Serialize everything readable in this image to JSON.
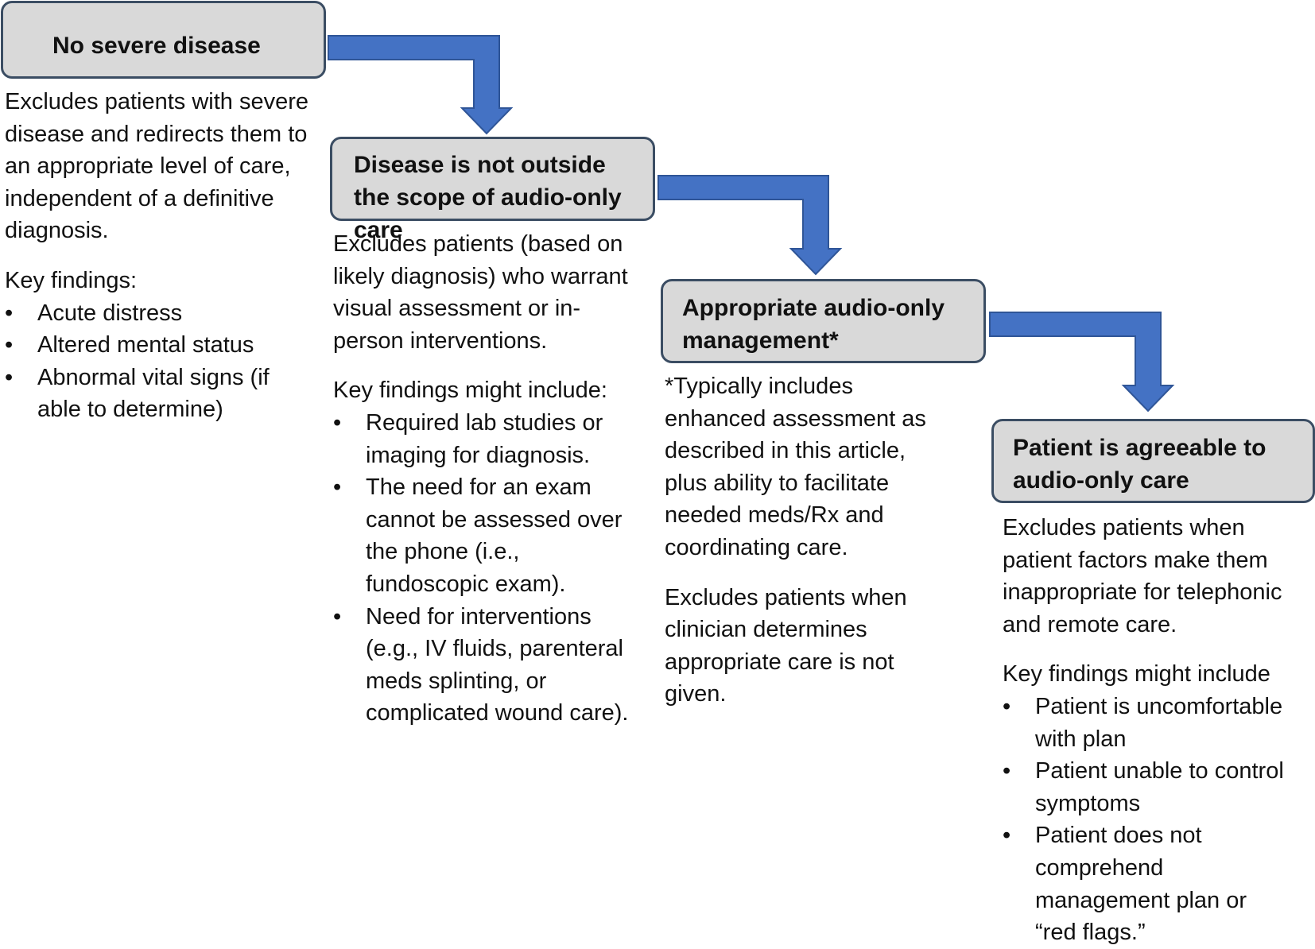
{
  "colors": {
    "box_fill": "#d9d9d9",
    "box_border": "#3b4d63",
    "arrow_fill": "#4472c4",
    "arrow_stroke": "#2f5597"
  },
  "stages": [
    {
      "title": "No severe disease",
      "description": "Excludes patients with severe disease and redirects them to an appropriate level of care, independent of a definitive diagnosis.",
      "findings_heading": "Key findings:",
      "findings": [
        "Acute distress",
        "Altered mental status",
        "Abnormal vital signs (if able to determine)"
      ]
    },
    {
      "title": "Disease is not outside the scope of audio-only care",
      "description": "Excludes patients (based on likely diagnosis) who warrant visual assessment or in-person interventions.",
      "findings_heading": "Key findings might include:",
      "findings": [
        "Required lab studies or imaging for diagnosis.",
        "The need for an exam cannot be assessed over the phone (i.e., fundoscopic exam).",
        "Need for interventions (e.g., IV fluids, parenteral meds splinting, or complicated wound care)."
      ]
    },
    {
      "title": "Appropriate audio-only management*",
      "note": "*Typically includes enhanced assessment as described in this article, plus ability to facilitate needed meds/Rx and coordinating care.",
      "description": "Excludes patients when clinician determines appropriate care is not given."
    },
    {
      "title": "Patient is agreeable to audio-only care",
      "description": "Excludes patients when patient factors make them inappropriate for telephonic and remote care.",
      "findings_heading": "Key findings might include",
      "findings": [
        "Patient is uncomfortable with plan",
        "Patient unable to control symptoms",
        "Patient does not comprehend management plan or “red flags.”"
      ]
    }
  ],
  "bullet_char": "•"
}
